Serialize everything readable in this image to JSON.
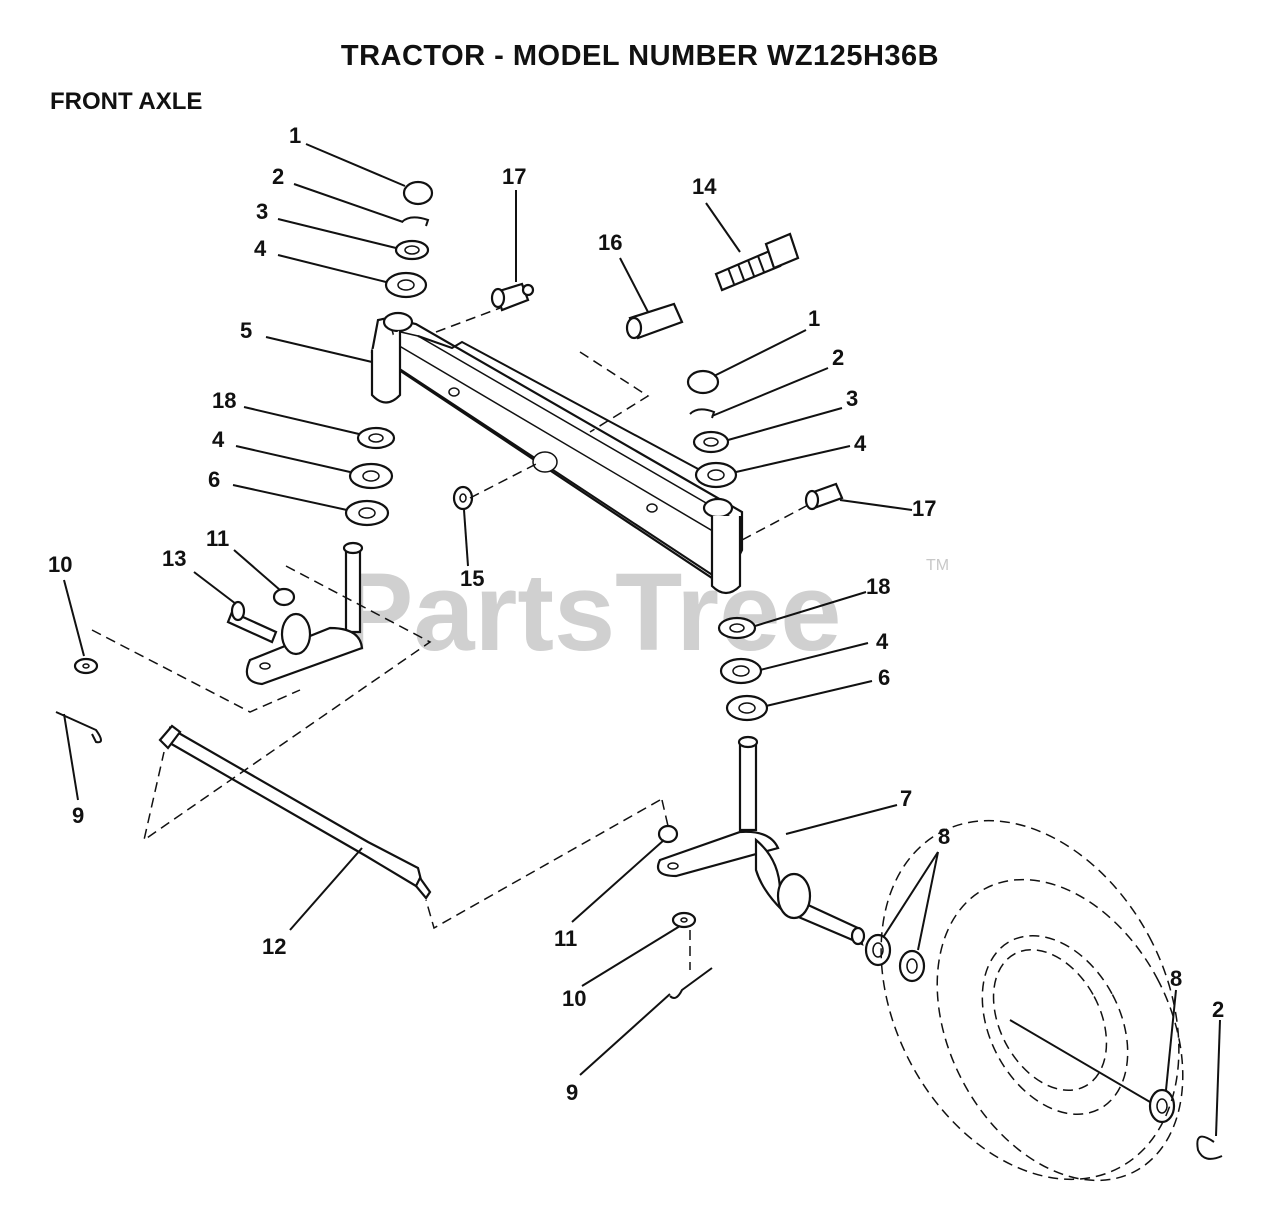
{
  "title": "TRACTOR  - MODEL NUMBER WZ125H36B",
  "section": "FRONT AXLE",
  "watermark": "PartsTree",
  "watermark_tm": "TM",
  "callouts": [
    {
      "id": "c1a",
      "text": "1"
    },
    {
      "id": "c2a",
      "text": "2"
    },
    {
      "id": "c3a",
      "text": "3"
    },
    {
      "id": "c4a",
      "text": "4"
    },
    {
      "id": "c5",
      "text": "5"
    },
    {
      "id": "c18a",
      "text": "18"
    },
    {
      "id": "c4b",
      "text": "4"
    },
    {
      "id": "c6a",
      "text": "6"
    },
    {
      "id": "c17a",
      "text": "17"
    },
    {
      "id": "c16",
      "text": "16"
    },
    {
      "id": "c14",
      "text": "14"
    },
    {
      "id": "c1b",
      "text": "1"
    },
    {
      "id": "c2b",
      "text": "2"
    },
    {
      "id": "c3b",
      "text": "3"
    },
    {
      "id": "c4c",
      "text": "4"
    },
    {
      "id": "c17b",
      "text": "17"
    },
    {
      "id": "c15",
      "text": "15"
    },
    {
      "id": "c18b",
      "text": "18"
    },
    {
      "id": "c4d",
      "text": "4"
    },
    {
      "id": "c6b",
      "text": "6"
    },
    {
      "id": "c7",
      "text": "7"
    },
    {
      "id": "c8a",
      "text": "8"
    },
    {
      "id": "c8b",
      "text": "8"
    },
    {
      "id": "c2c",
      "text": "2"
    },
    {
      "id": "c10a",
      "text": "10"
    },
    {
      "id": "c13",
      "text": "13"
    },
    {
      "id": "c11a",
      "text": "11"
    },
    {
      "id": "c9a",
      "text": "9"
    },
    {
      "id": "c12",
      "text": "12"
    },
    {
      "id": "c11b",
      "text": "11"
    },
    {
      "id": "c10b",
      "text": "10"
    },
    {
      "id": "c9b",
      "text": "9"
    }
  ]
}
